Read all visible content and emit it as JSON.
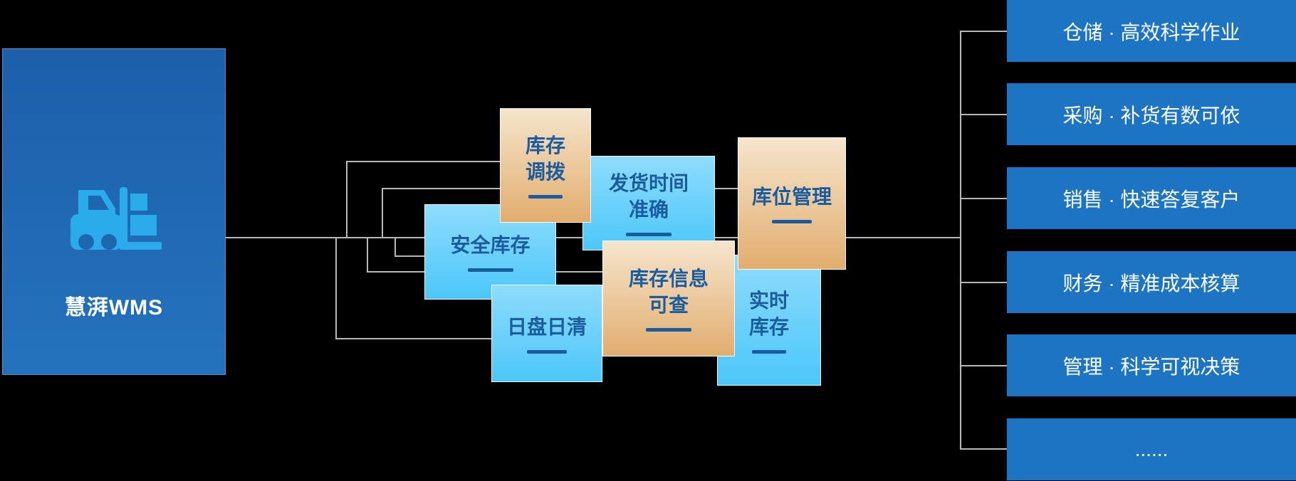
{
  "diagram": {
    "source": {
      "label": "慧湃WMS",
      "icon": "forklift-icon"
    },
    "features": [
      {
        "name": "inventory-transfer",
        "line1": "库存",
        "line2": "调拨",
        "color": "tan"
      },
      {
        "name": "delivery-time-accurate",
        "line1": "发货时间",
        "line2": "准确",
        "color": "blue"
      },
      {
        "name": "safety-stock",
        "line1": "安全库存",
        "color": "blue"
      },
      {
        "name": "daily-count-daily-clear",
        "line1": "日盘日清",
        "color": "blue"
      },
      {
        "name": "inventory-info-query",
        "line1": "库存信息",
        "line2": "可查",
        "color": "tan"
      },
      {
        "name": "realtime-inventory",
        "line1": "实时",
        "line2": "库存",
        "color": "blue"
      },
      {
        "name": "location-management",
        "line1": "库位管理",
        "color": "tan"
      }
    ],
    "benefits": [
      {
        "label": "仓储 · 高效科学作业"
      },
      {
        "label": "采购 · 补货有数可依"
      },
      {
        "label": "销售 · 快速答复客户"
      },
      {
        "label": "财务 · 精准成本核算"
      },
      {
        "label": "管理 · 科学可视决策"
      },
      {
        "label": "......"
      }
    ],
    "colors": {
      "background": "#000000",
      "source_gradient_top": "#1d5fa9",
      "source_gradient_bottom": "#2472bd",
      "icon_blue": "#29ace9",
      "feature_text": "#1b5c9e",
      "blue_box_top": "#8edcfc",
      "blue_box_bottom": "#4cc7f9",
      "tan_box_top": "#f5e5cc",
      "tan_box_bottom": "#e2ad6e",
      "bar_blue": "#1c74c2",
      "connector_gray": "#b8b8b8"
    }
  }
}
